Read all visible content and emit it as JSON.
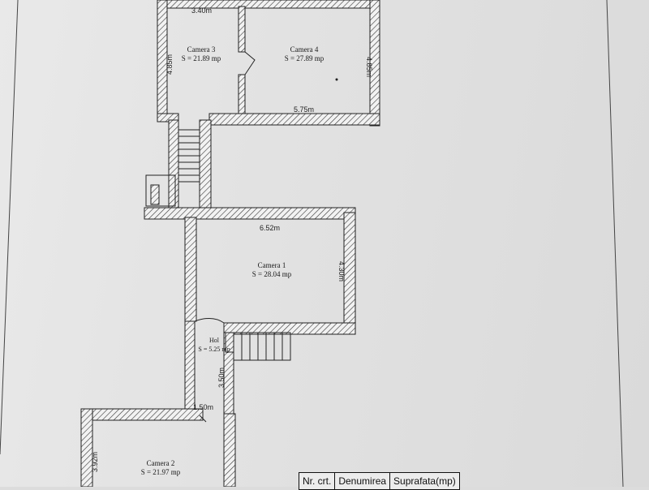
{
  "rooms": [
    {
      "name": "Camera 3",
      "area": "S = 21.89 mp"
    },
    {
      "name": "Camera 4",
      "area": "S = 27.89 mp"
    },
    {
      "name": "Camera 1",
      "area": "S = 28.04 mp"
    },
    {
      "name": "Hol",
      "area": "S = 5.25 mp"
    },
    {
      "name": "Camera 2",
      "area": "S = 21.97 mp"
    }
  ],
  "dimensions": {
    "c3_width": "3.40m",
    "c3_height": "4.85m",
    "c4_width": "5.75m",
    "c4_height": "4.85m",
    "c1_width": "6.52m",
    "c1_height": "4.30m",
    "hol_height": "3.50m",
    "hol_width": "1.50m",
    "c2_height": "3.92m"
  },
  "table": {
    "headers": [
      "Nr. crt.",
      "Denumirea",
      "Suprafata(mp)"
    ]
  }
}
